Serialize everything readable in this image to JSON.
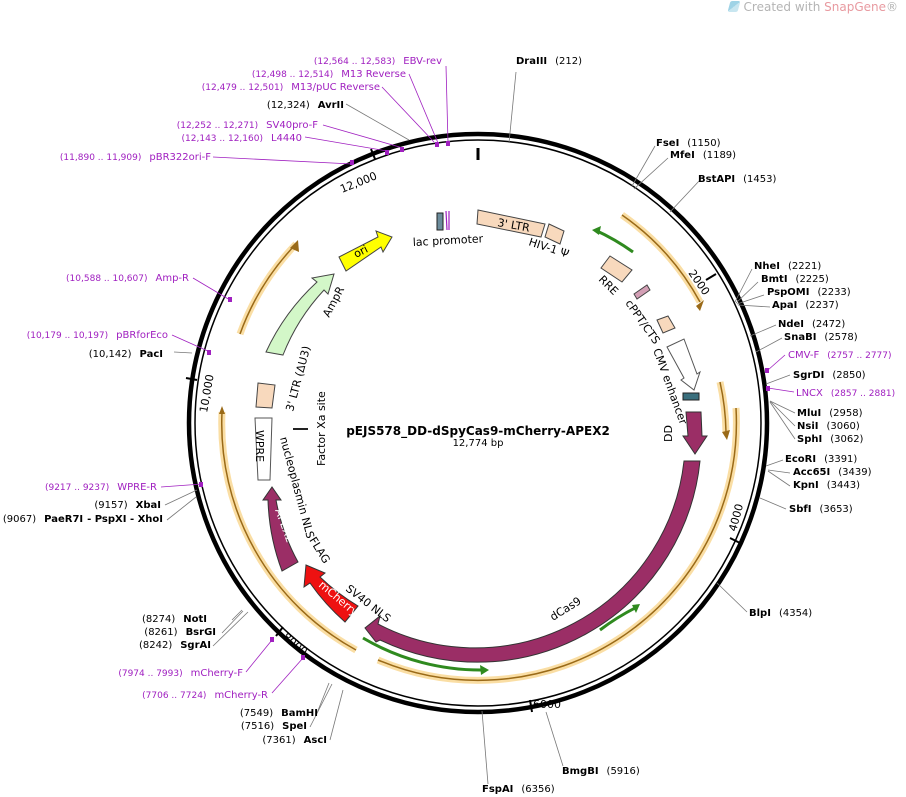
{
  "watermark": {
    "prefix": "Created with ",
    "brand": "SnapGene",
    "suffix": "®"
  },
  "plasmid": {
    "name": "pEJS578_DD-dSpyCas9-mCherry-APEX2",
    "length_label": "12,774 bp"
  },
  "colors": {
    "primer": "#a020c0",
    "site": "#000000",
    "orf": "#9b2e66",
    "mcherry": "#ee1111"
  },
  "ticks": [
    "2000",
    "4000",
    "6000",
    "8000",
    "10,000",
    "12,000"
  ],
  "restriction_sites": [
    {
      "name": "DraIII",
      "pos": "(212)"
    },
    {
      "name": "FseI",
      "pos": "(1150)"
    },
    {
      "name": "MfeI",
      "pos": "(1189)"
    },
    {
      "name": "BstAPI",
      "pos": "(1453)"
    },
    {
      "name": "NheI",
      "pos": "(2221)"
    },
    {
      "name": "BmtI",
      "pos": "(2225)"
    },
    {
      "name": "PspOMI",
      "pos": "(2233)"
    },
    {
      "name": "ApaI",
      "pos": "(2237)"
    },
    {
      "name": "NdeI",
      "pos": "(2472)"
    },
    {
      "name": "SnaBI",
      "pos": "(2578)"
    },
    {
      "name": "SgrDI",
      "pos": "(2850)"
    },
    {
      "name": "MluI",
      "pos": "(2958)"
    },
    {
      "name": "NsiI",
      "pos": "(3060)"
    },
    {
      "name": "SphI",
      "pos": "(3062)"
    },
    {
      "name": "EcoRI",
      "pos": "(3391)"
    },
    {
      "name": "Acc65I",
      "pos": "(3439)"
    },
    {
      "name": "KpnI",
      "pos": "(3443)"
    },
    {
      "name": "SbfI",
      "pos": "(3653)"
    },
    {
      "name": "BlpI",
      "pos": "(4354)"
    },
    {
      "name": "BmgBI",
      "pos": "(5916)"
    },
    {
      "name": "FspAI",
      "pos": "(6356)"
    },
    {
      "name": "AscI",
      "pos": "(7361)"
    },
    {
      "name": "SpeI",
      "pos": "(7516)"
    },
    {
      "name": "BamHI",
      "pos": "(7549)"
    },
    {
      "name": "SgrAI",
      "pos": "(8242)"
    },
    {
      "name": "BsrGI",
      "pos": "(8261)"
    },
    {
      "name": "NotI",
      "pos": "(8274)"
    },
    {
      "name": "XbaI",
      "pos": "(9157)"
    },
    {
      "name": "PaeR7I",
      "pos": "(9067)",
      "extra": "- PspXI - XhoI"
    },
    {
      "name": "PacI",
      "pos": "(10,142)"
    },
    {
      "name": "AvrII",
      "pos": "(12,324)"
    }
  ],
  "primers": [
    {
      "name": "EBV-rev",
      "range": "(12,564 .. 12,583)"
    },
    {
      "name": "M13 Reverse",
      "range": "(12,498 .. 12,514)"
    },
    {
      "name": "M13/pUC Reverse",
      "range": "(12,479 .. 12,501)"
    },
    {
      "name": "SV40pro-F",
      "range": "(12,252 .. 12,271)"
    },
    {
      "name": "L4440",
      "range": "(12,143 .. 12,160)"
    },
    {
      "name": "pBR322ori-F",
      "range": "(11,890 .. 11,909)"
    },
    {
      "name": "CMV-F",
      "range": "(2757 .. 2777)"
    },
    {
      "name": "LNCX",
      "range": "(2857 .. 2881)"
    },
    {
      "name": "Amp-R",
      "range": "(10,588 .. 10,607)"
    },
    {
      "name": "pBRforEco",
      "range": "(10,179 .. 10,197)"
    },
    {
      "name": "WPRE-R",
      "range": "(9217 .. 9237)"
    },
    {
      "name": "mCherry-F",
      "range": "(7974 .. 7993)"
    },
    {
      "name": "mCherry-R",
      "range": "(7706 .. 7724)"
    }
  ],
  "features": {
    "ltr3": "3' LTR",
    "hiv_psi": "HIV-1 Ψ",
    "rre": "RRE",
    "cppt": "cPPT/CTS",
    "cmv": "CMV enhancer",
    "dd": "DD",
    "dcas9": "dCas9",
    "sv40nls": "SV40 NLS",
    "mcherry": "mCherry",
    "flag": "FLAG",
    "apex2": "APEX2",
    "nucleoplasmin": "nucleoplasmin NLS",
    "wpre": "WPRE",
    "factor_xa": "Factor Xa site",
    "ltr3_du3": "3' LTR (ΔU3)",
    "ampr": "AmpR",
    "ori": "ori",
    "lac": "lac promoter"
  }
}
